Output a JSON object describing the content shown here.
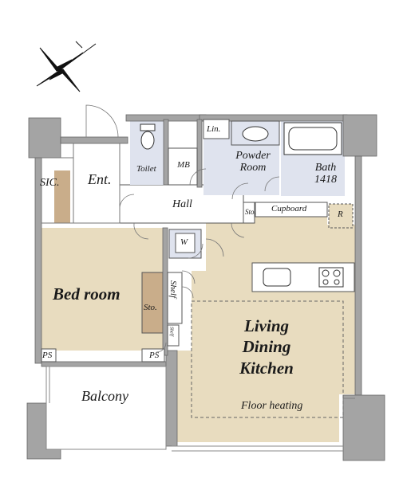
{
  "colors": {
    "wall": "#a4a4a4",
    "wood_floor": "#e8dcbf",
    "tile_floor": "#dfe3ee",
    "closet": "#c9ad8a",
    "white": "#ffffff",
    "line": "#555555"
  },
  "icons": [
    "compass-icon",
    "toilet-icon",
    "washbasin-icon",
    "bathtub-icon",
    "sink-icon",
    "stove-icon",
    "door-swing-icon"
  ],
  "rooms": {
    "sic": "SIC.",
    "entrance": "Ent.",
    "toilet": "Toilet",
    "mb": "MB",
    "lin": "Lin.",
    "powder_room_line1": "Powder",
    "powder_room_line2": "Room",
    "bath_line1": "Bath",
    "bath_line2": "1418",
    "hall": "Hall",
    "storage_small": "Sto.",
    "cupboard": "Cupboard",
    "refrigerator": "R",
    "washer": "W",
    "bedroom": "Bed room",
    "storage": "Sto.",
    "shelf": "Shelf",
    "shelf_small": "Shelf",
    "ps_left": "PS",
    "ps_right": "PS",
    "ldk_line1": "Living",
    "ldk_line2": "Dining",
    "ldk_line3": "Kitchen",
    "floor_heating": "Floor heating",
    "balcony": "Balcony"
  }
}
